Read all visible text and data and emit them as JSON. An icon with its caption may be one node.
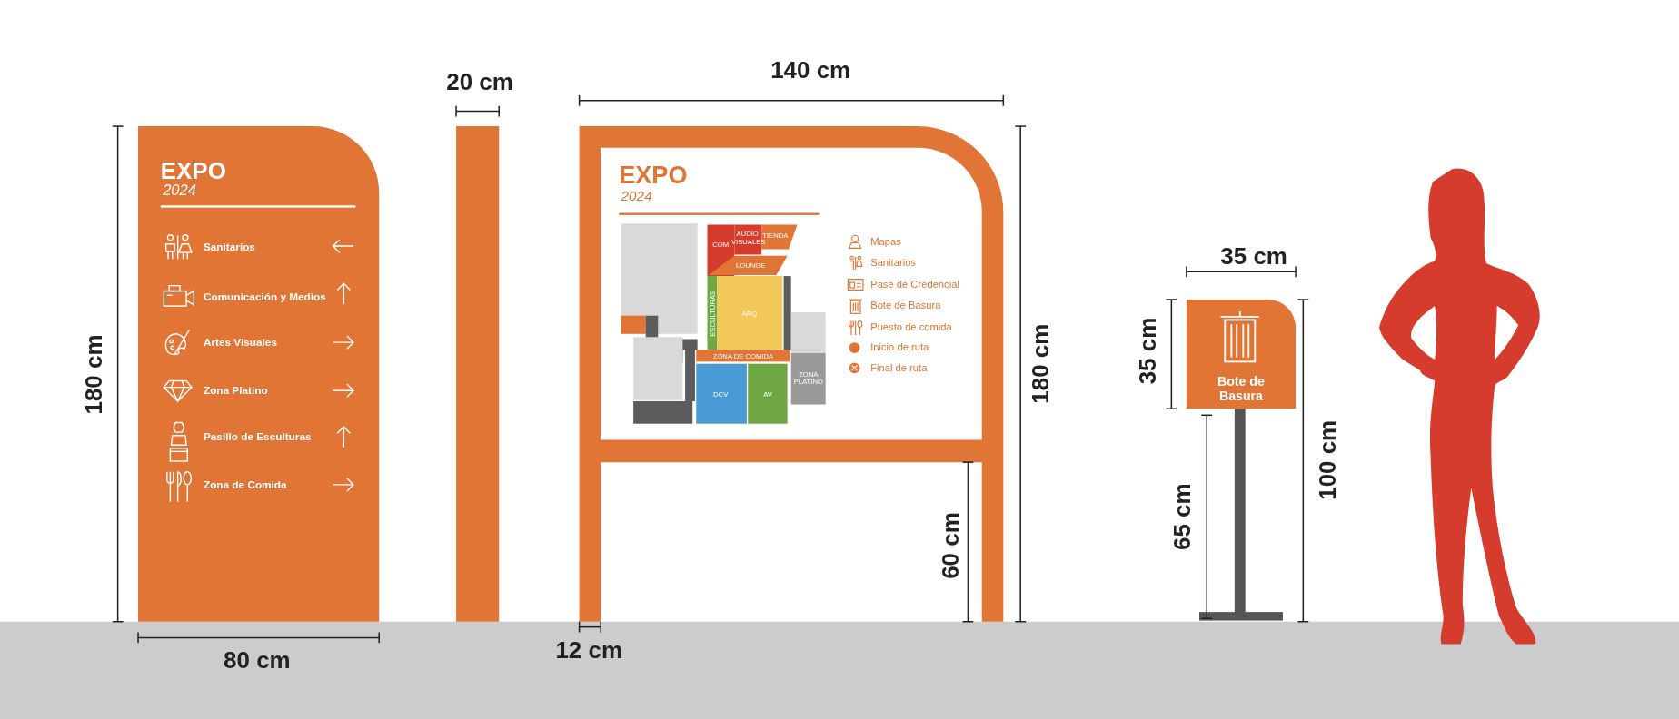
{
  "diagram": {
    "nodes": [
      {
        "text": [],
        "shape": "bar"
      },
      {
        "text": [],
        "shape": "person"
      }
    ],
    "labels": [
      "20 cm",
      "140 cm",
      "180 cm",
      "EXPO",
      "2024",
      "Sanitarios",
      "Comunicación y Medios",
      "Artes Visuales",
      "Zona Platino",
      "Pasillo de Esculturas",
      "Zona de Comida",
      "80 cm",
      "12 cm",
      "EXPO",
      "2024",
      "COM",
      "AUDIO VISUALES",
      "TIENDA",
      "LOUNGE",
      "ESCULTURAS",
      "ARQ",
      "ZONA DE COMIDA",
      "DCV",
      "AV",
      "ZONA PLATINO",
      "Mapas",
      "Sanitarios",
      "Pase de Credencial",
      "Bote de Basura",
      "Puesto de comida",
      "Inicio de ruta",
      "Final de ruta",
      "180 cm",
      "60 cm",
      "35 cm",
      "35 cm",
      "Bote de Basura",
      "65 cm",
      "100 cm"
    ]
  }
}
